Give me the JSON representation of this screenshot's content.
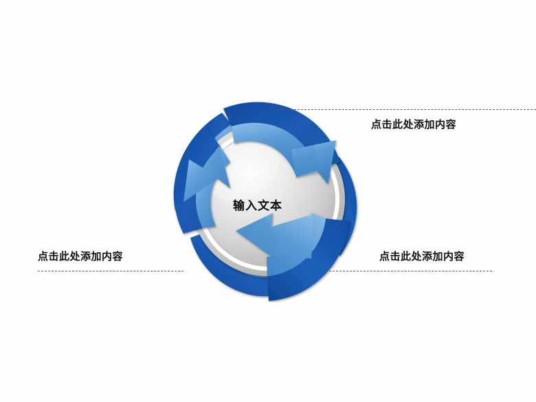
{
  "slide": {
    "background_color": "#fefefe",
    "title": ""
  },
  "diagram": {
    "name": "three-arrow-recycle-cycle",
    "center_label": "输入文本",
    "sphere": {
      "fill_light": "#f2f2f2",
      "fill_mid": "#d9d9d9",
      "fill_dark": "#a6a6a6",
      "ring_color": "#ffffff",
      "ring_shadow": "#bfbfbf"
    },
    "arrows": [
      {
        "id": "arrow-top",
        "direction": "down-right",
        "top_face_color": "#5b9bd5",
        "edge_color": "#2e75b6",
        "underside_color": "#1f4e9c"
      },
      {
        "id": "arrow-left",
        "direction": "up-right",
        "top_face_color": "#5b9bd5",
        "edge_color": "#2e75b6",
        "underside_color": "#1f4e9c"
      },
      {
        "id": "arrow-bottom-right",
        "direction": "left",
        "top_face_color": "#5b9bd5",
        "edge_color": "#2e75b6",
        "underside_color": "#1f4e9c"
      }
    ]
  },
  "callouts": [
    {
      "id": "callout-top-right",
      "text": "点击此处添加内容",
      "rule_position": "above",
      "color": "#111111"
    },
    {
      "id": "callout-bottom-left",
      "text": "点击此处添加内容",
      "rule_position": "below",
      "color": "#111111"
    },
    {
      "id": "callout-bottom-right",
      "text": "点击此处添加内容",
      "rule_position": "below",
      "color": "#111111"
    }
  ],
  "rules": {
    "style": "dashed",
    "color": "#5a5a5a"
  }
}
